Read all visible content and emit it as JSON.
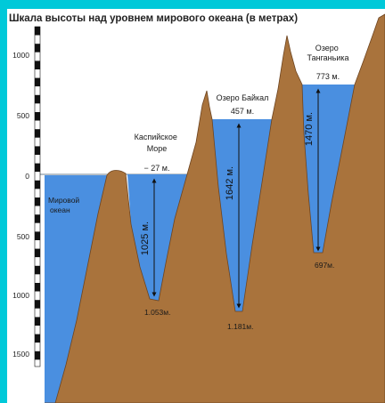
{
  "title": "Шкала высоты над уровнем мирового океана (в метрах)",
  "colors": {
    "frame": "#00c9d9",
    "paper": "#ffffff",
    "land": "#a9733c",
    "land_edge": "#6d4420",
    "water": "#4a8fe0",
    "water_edge": "#2d5ea8",
    "sea_level_line": "#6f8291"
  },
  "scale": {
    "ticks": [
      {
        "label": "1000"
      },
      {
        "label": "500"
      },
      {
        "label": "0"
      },
      {
        "label": "500"
      },
      {
        "label": "1000"
      },
      {
        "label": "1500"
      }
    ]
  },
  "ocean": {
    "label_lines": [
      "Мировой",
      "океан"
    ]
  },
  "lakes": [
    {
      "id": "caspian",
      "name_lines": [
        "Каспийское",
        "Море"
      ],
      "surface_label": "− 27 м.",
      "depth_label": "1025 м.",
      "bottom_label": "1.053м."
    },
    {
      "id": "baikal",
      "name_lines": [
        "Озеро Байкал"
      ],
      "surface_label": "457 м.",
      "depth_label": "1642 м.",
      "bottom_label": "1.181м."
    },
    {
      "id": "tanganyika",
      "name_lines": [
        "Озеро",
        "Танганьика"
      ],
      "surface_label": "773 м.",
      "depth_label": "1470 м.",
      "bottom_label": "697м."
    }
  ]
}
